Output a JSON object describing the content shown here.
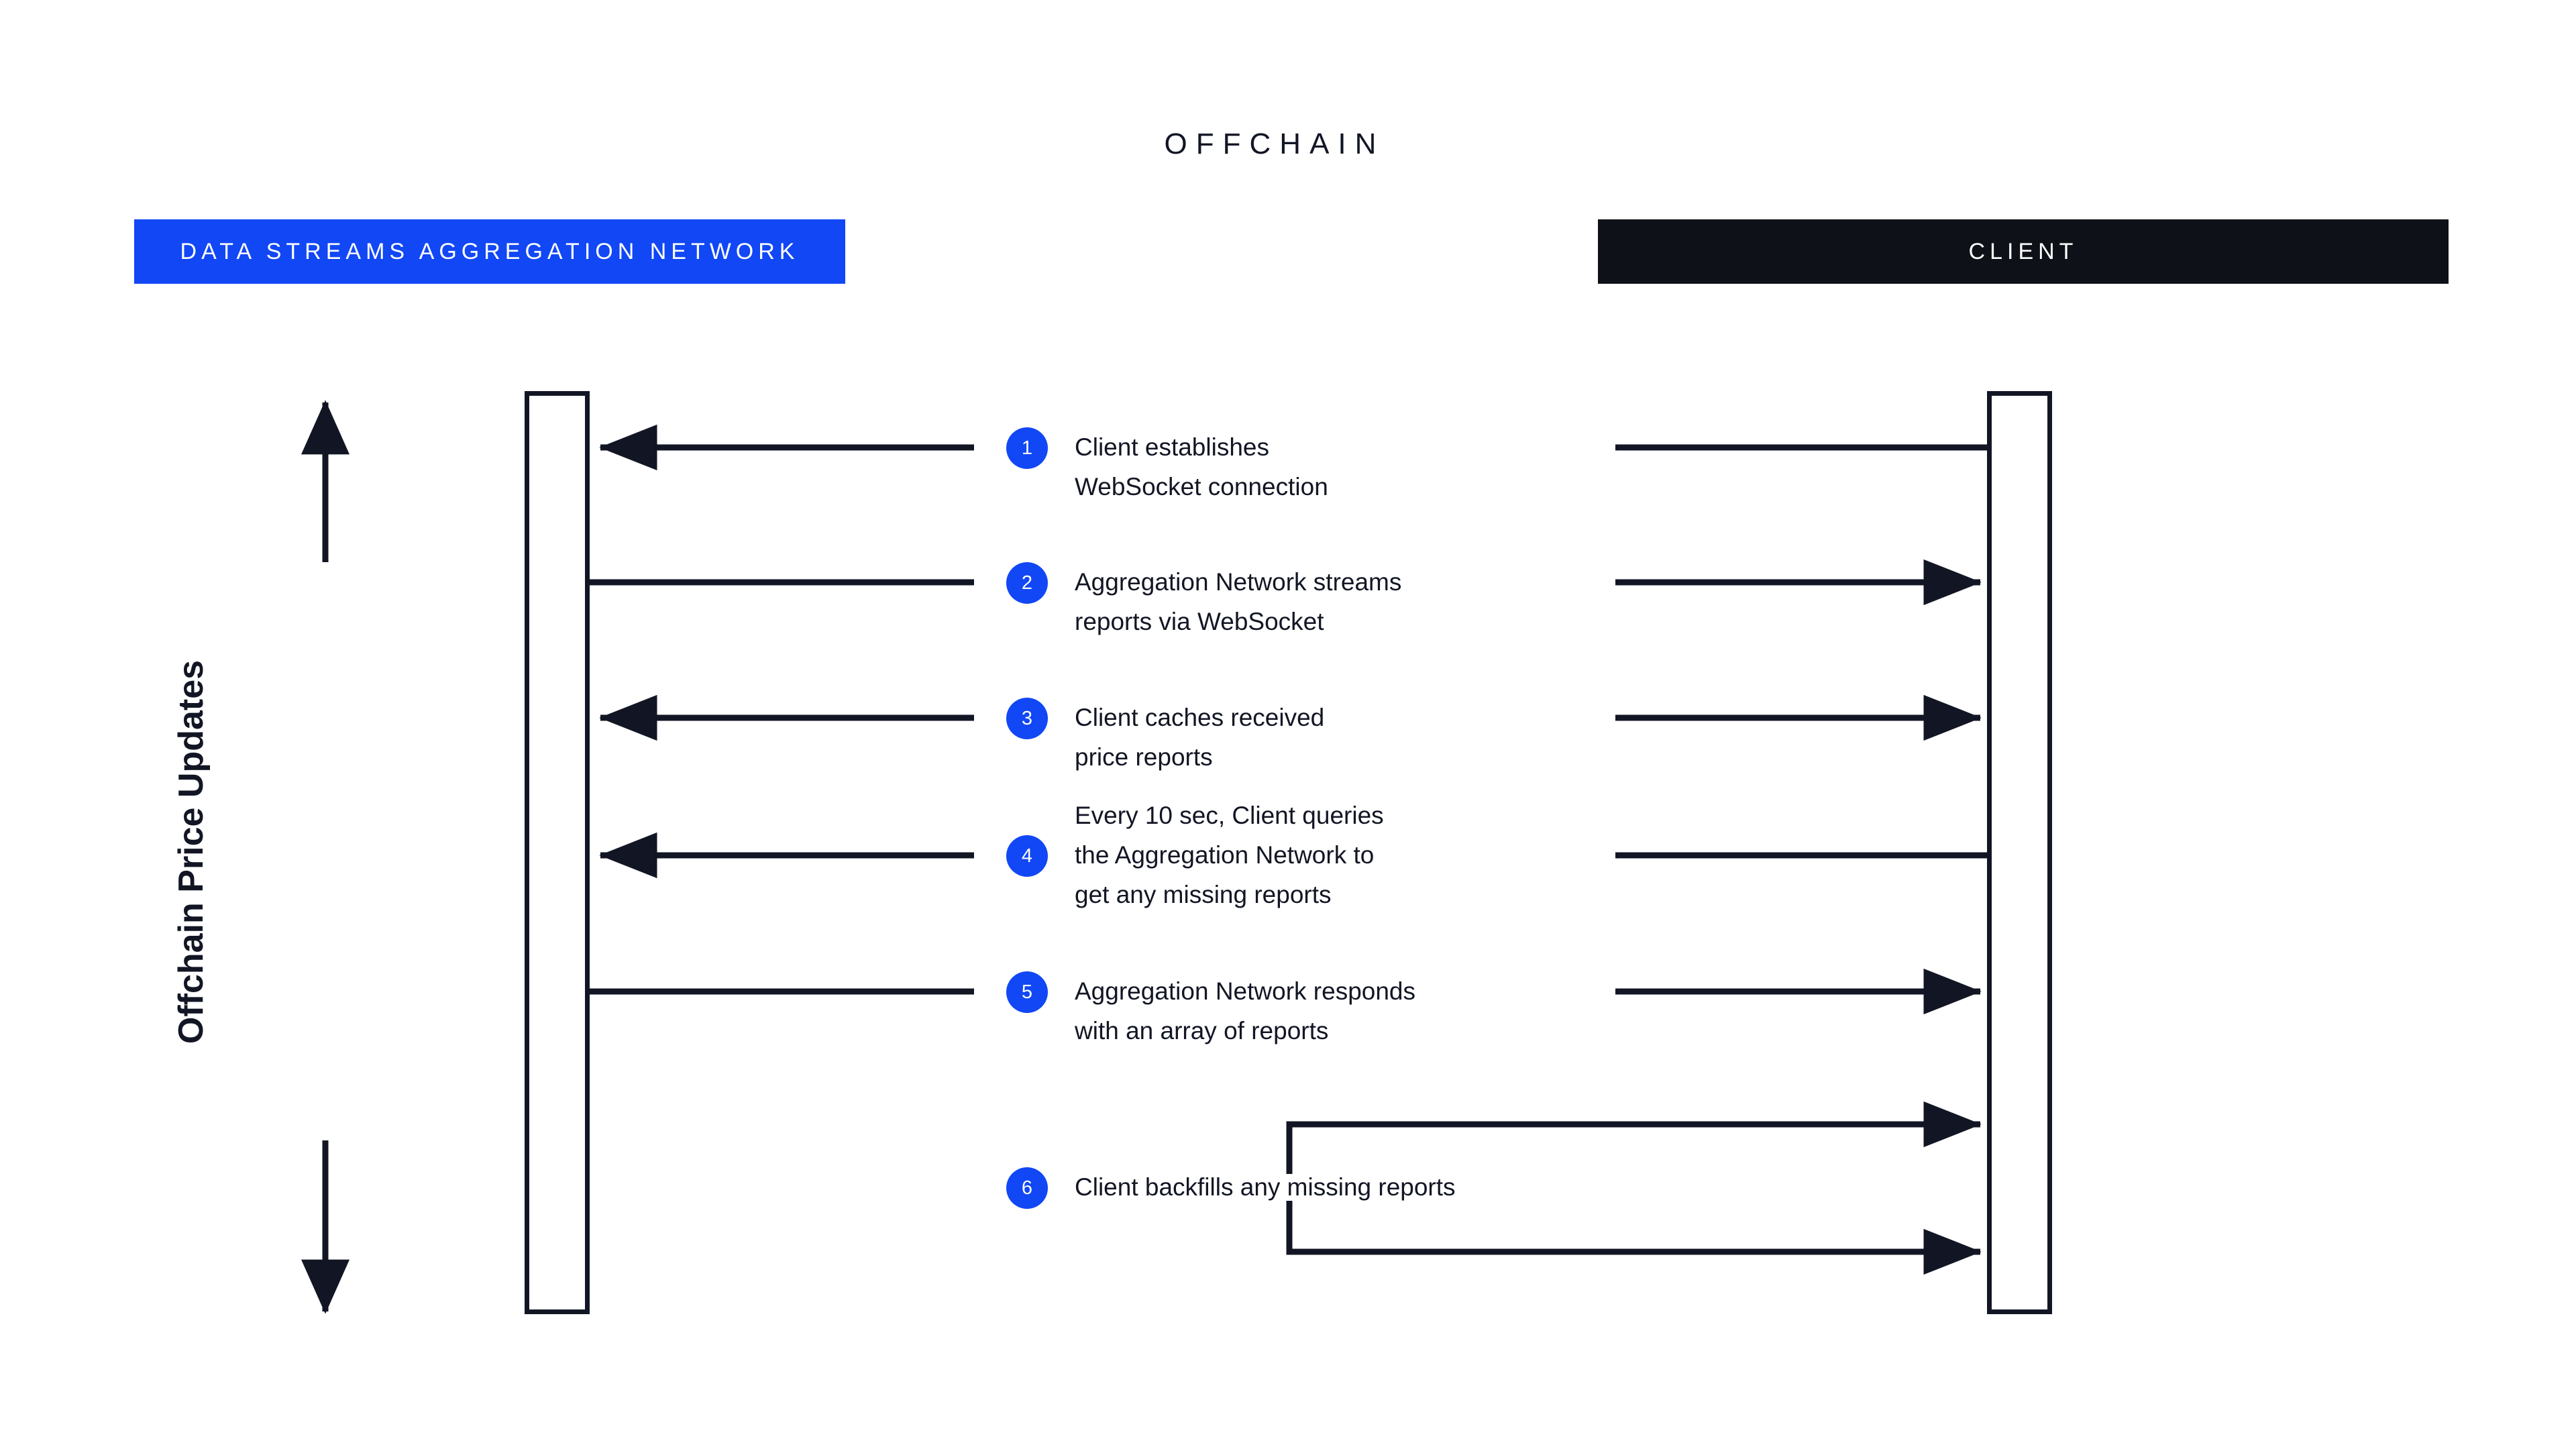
{
  "section": {
    "title": "OFFCHAIN"
  },
  "actors": [
    {
      "id": "aggregation-network",
      "label": "DATA STREAMS AGGREGATION NETWORK",
      "bar_color": "#1147F5",
      "text_color": "#FFFFFF"
    },
    {
      "id": "client",
      "label": "CLIENT",
      "bar_color": "#0E1118",
      "text_color": "#FFFFFF"
    }
  ],
  "axis": {
    "label": "Offchain Price Updates",
    "direction": "double-arrow-vertical"
  },
  "steps": [
    {
      "number": "1",
      "text": "Client establishes\nWebSocket connection",
      "left_segment": "arrow-left",
      "right_segment": "line"
    },
    {
      "number": "2",
      "text": "Aggregation Network streams\nreports via WebSocket",
      "left_segment": "line",
      "right_segment": "arrow-right"
    },
    {
      "number": "3",
      "text": "Client caches received\nprice reports",
      "left_segment": "arrow-left",
      "right_segment": "arrow-right"
    },
    {
      "number": "4",
      "text": "Every 10 sec, Client queries\nthe Aggregation Network to\nget any missing reports",
      "left_segment": "arrow-left",
      "right_segment": "line"
    },
    {
      "number": "5",
      "text": "Aggregation Network responds\nwith an array of reports",
      "left_segment": "line",
      "right_segment": "arrow-right"
    },
    {
      "number": "6",
      "text": "Client backfills any missing reports",
      "left_segment": "none",
      "right_segment": "self-loop-brackets"
    }
  ],
  "colors": {
    "accent_blue": "#1147F5",
    "ink": "#121624",
    "background": "#FFFFFF"
  }
}
